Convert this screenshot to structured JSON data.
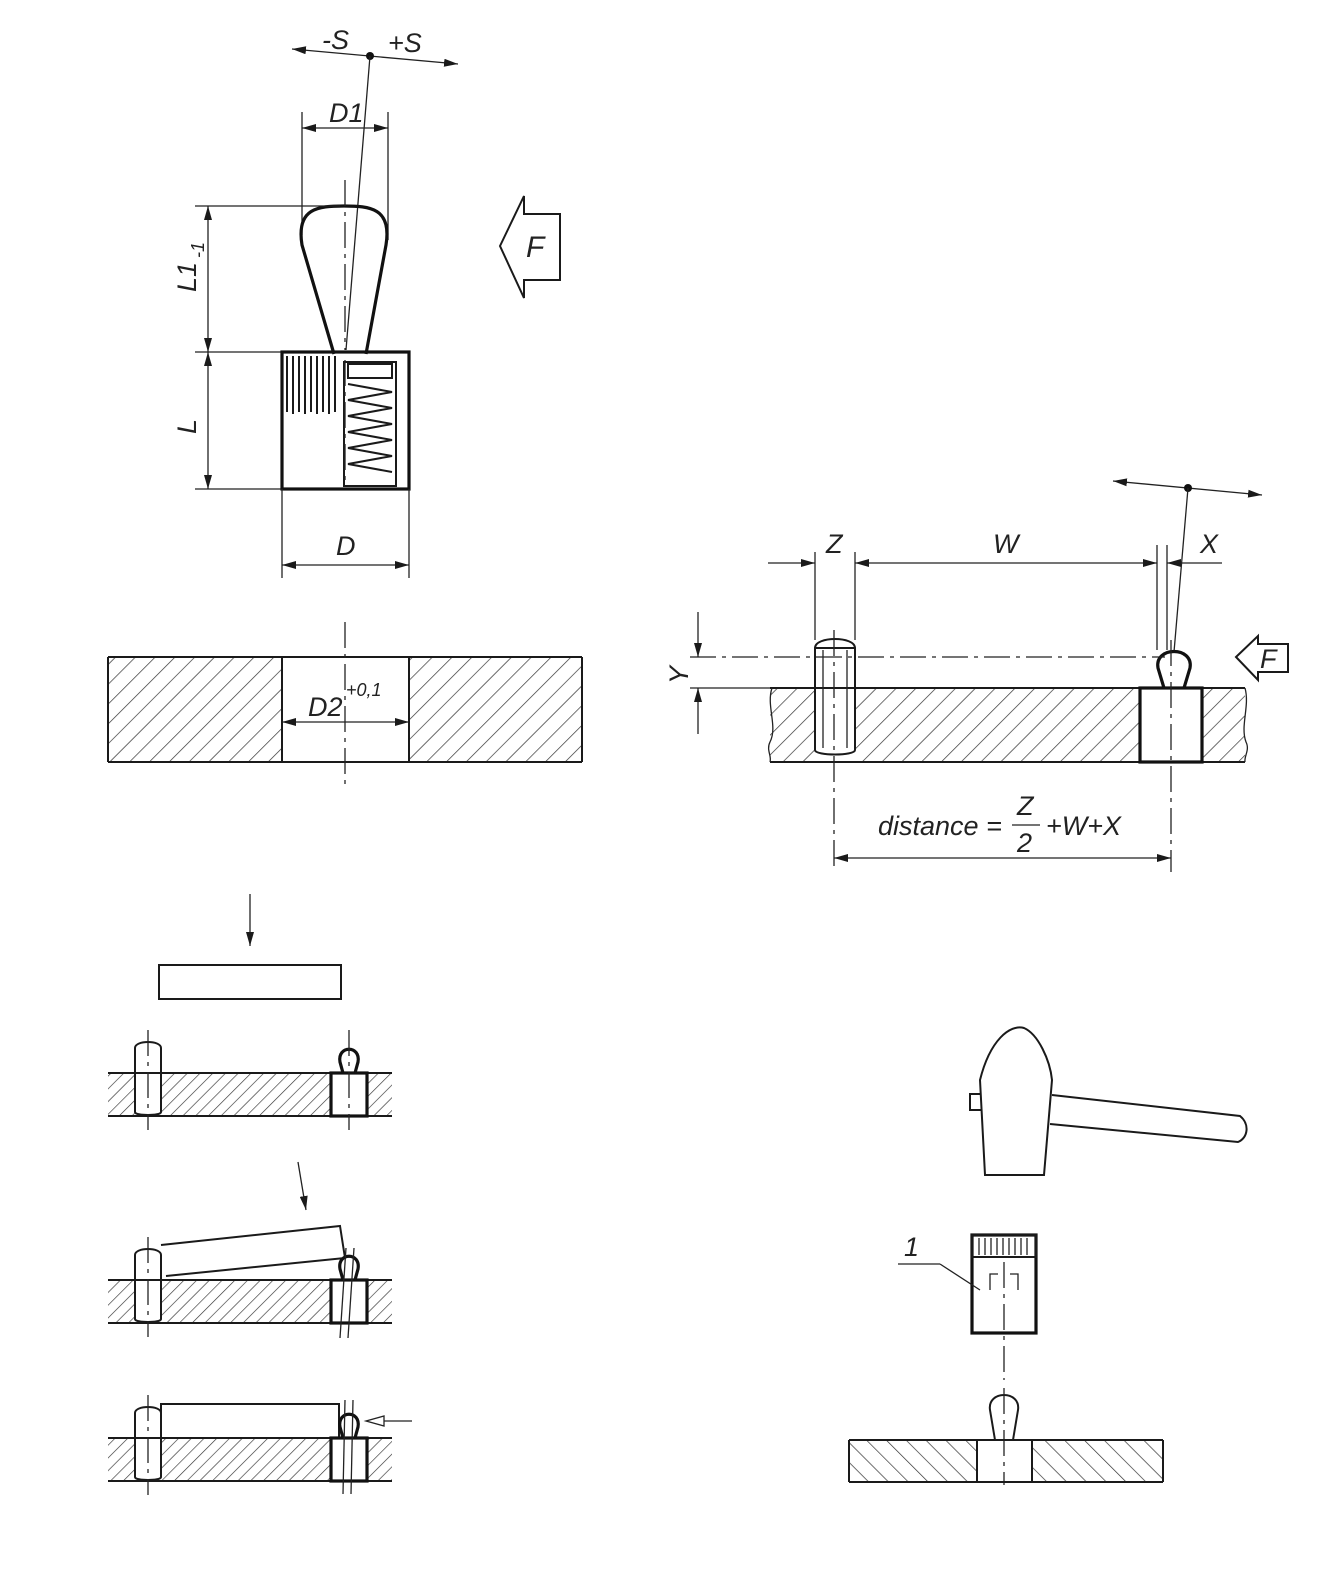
{
  "labels": {
    "minus_s": "-S",
    "plus_s": "+S",
    "d1": "D1",
    "l1": "L1",
    "l1_tolerance": "-1",
    "l": "L",
    "d": "D",
    "force": "F",
    "d2": "D2",
    "d2_tolerance": "+0,1",
    "z": "Z",
    "w": "W",
    "x": "X",
    "y": "Y",
    "part_number": "1"
  },
  "formula": {
    "prefix": "distance =",
    "numerator": "Z",
    "denominator": "2",
    "suffix": "+W+X"
  }
}
